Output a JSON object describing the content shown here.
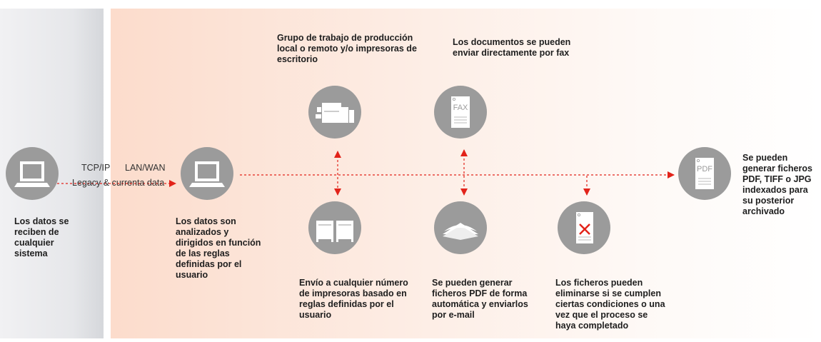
{
  "labels": {
    "source": "Los datos se reciben de cualquier sistema",
    "analyzed": "Los datos son analizados y dirigidos en función de las reglas definidas por el usuario",
    "production": "Grupo de trabajo de producción local o remoto y/o impresoras de escritorio",
    "fax": "Los documentos se pueden enviar directamente por fax",
    "printers": "Envío a cualquier número de impresoras basado en reglas definidas por el usuario",
    "email": "Se pueden generar ficheros PDF de forma automática y enviarlos por e-mail",
    "delete": "Los ficheros pueden eliminarse si se cumplen ciertas condiciones o una vez que el proceso se haya completado",
    "archive": "Se pueden generar ficheros PDF, TIFF o JPG indexados para su posterior archivado"
  },
  "connection": {
    "protocol": "TCP/IP",
    "network": "LAN/WAN",
    "data": "Legacy & currenta data"
  },
  "icon_text": {
    "fax": "FAX",
    "pdf": "PDF"
  },
  "colors": {
    "accent": "#e2231a",
    "circle": "#9b9b9b"
  }
}
